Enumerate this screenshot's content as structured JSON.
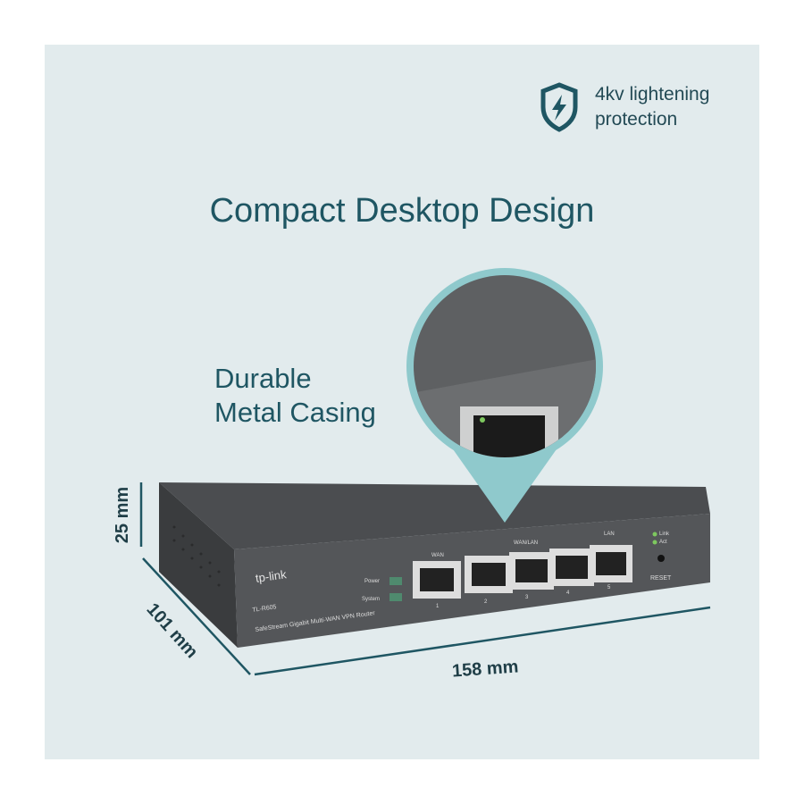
{
  "badge": {
    "icon": "shield-lightning-icon",
    "line1": "4kv lightening",
    "line2": "protection"
  },
  "title": "Compact Desktop Design",
  "callout": {
    "line1": "Durable",
    "line2": "Metal Casing"
  },
  "router": {
    "brand": "tp-link",
    "model": "TL-R605",
    "description": "SafeStream Gigabit Multi-WAN VPN Router",
    "led_labels": [
      "Power",
      "System"
    ],
    "port_groups": [
      "WAN",
      "WAN/LAN",
      "LAN"
    ],
    "port_numbers": [
      "1",
      "2",
      "3",
      "4",
      "5"
    ],
    "status_labels": [
      "Link",
      "Act"
    ],
    "reset": "RESET"
  },
  "dimensions": {
    "height": "25 mm",
    "depth": "101 mm",
    "width": "158 mm"
  },
  "colors": {
    "accent": "#1f5663",
    "background": "#e2ebed",
    "ring": "#8fc9cc"
  }
}
